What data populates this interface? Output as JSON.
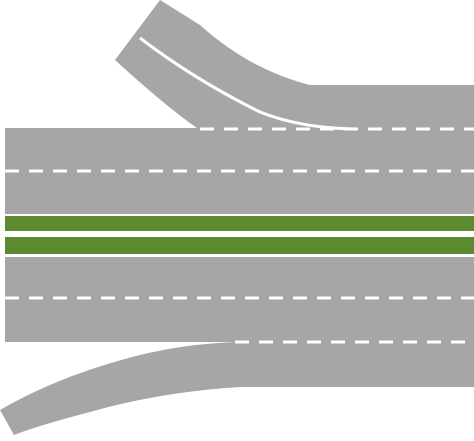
{
  "colors": {
    "background": "#ffffff",
    "asphalt": "#a6a6a6",
    "lane_marking": "#ffffff",
    "median": "#5b8a30",
    "median_gap": "#ffffff"
  },
  "diagram": {
    "subject": "highway-interchange",
    "icons": {
      "upper_ramp": "merge-ramp-icon",
      "lower_ramp": "diverge-ramp-icon"
    },
    "upper_carriageway": {
      "lanes": 2,
      "ramp": "merge-lane",
      "ramp_direction": "top-left"
    },
    "median": {
      "stripes": 2
    },
    "lower_carriageway": {
      "lanes": 2,
      "ramp": "diverge-lane",
      "ramp_direction": "bottom-left"
    }
  }
}
